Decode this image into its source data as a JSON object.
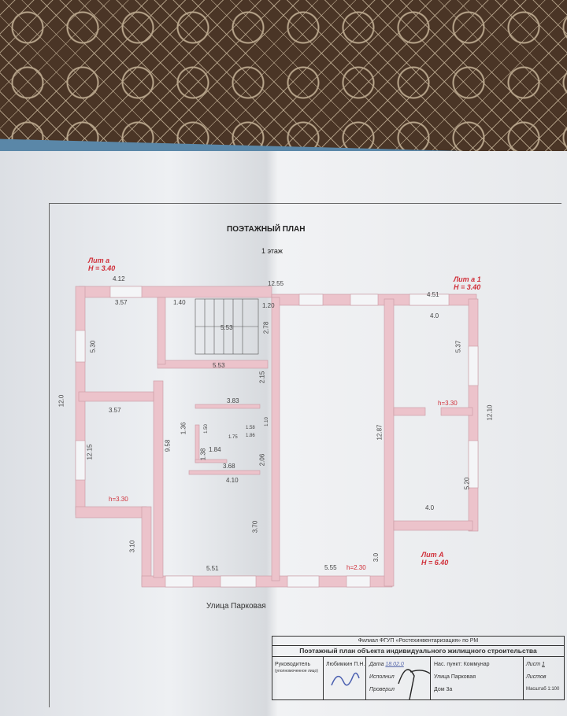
{
  "plan": {
    "title": "ПОЭТАЖНЫЙ ПЛАН",
    "floor": "1 этаж",
    "street_label": "Улица Парковая",
    "lit": [
      {
        "name": "Лит а",
        "height": "H = 3.40"
      },
      {
        "name": "Лит а 1",
        "height": "H = 3.40"
      },
      {
        "name": "Лит А",
        "height": "H = 6.40"
      }
    ],
    "dims": [
      "4.12",
      "3.57",
      "1.40",
      "5.53",
      "1.20",
      "2.78",
      "5.53",
      "12.55",
      "4.51",
      "4.0",
      "5.37",
      "5.30",
      "12.0",
      "3.57",
      "12.15",
      "h=3.30",
      "9.58",
      "1.36",
      "3.83",
      "1.58",
      "1.86",
      "1.84",
      "1.38",
      "3.68",
      "4.10",
      "2.06",
      "2.15",
      "1.10",
      "12.87",
      "h=3.30",
      "12.10",
      "5.20",
      "4.0",
      "3.10",
      "3.70",
      "5.51",
      "5.55",
      "h=2.30",
      "3.0",
      "1.75",
      "1.50"
    ]
  },
  "title_block": {
    "org": "Филиал ФГУП «Ростехинвентаризация» по РМ",
    "name": "Поэтажный план объекта индивидуального жилищного строительства",
    "head_label": "Руководитель",
    "head_sub": "(уполномоченное лицо)",
    "head_name": "Любимкин П.Н.",
    "date_label": "Дата",
    "date_value": "18.02.0",
    "executed_label": "Исполнил",
    "checked_label": "Проверил",
    "settlement": "Нас. пункт: Коммунар",
    "street": "Улица Парковая",
    "house": "Дом 3а",
    "sheet_label": "Лист",
    "sheet_value": "1",
    "sheets_label": "Листов",
    "scale": "Масштаб 1:100"
  }
}
